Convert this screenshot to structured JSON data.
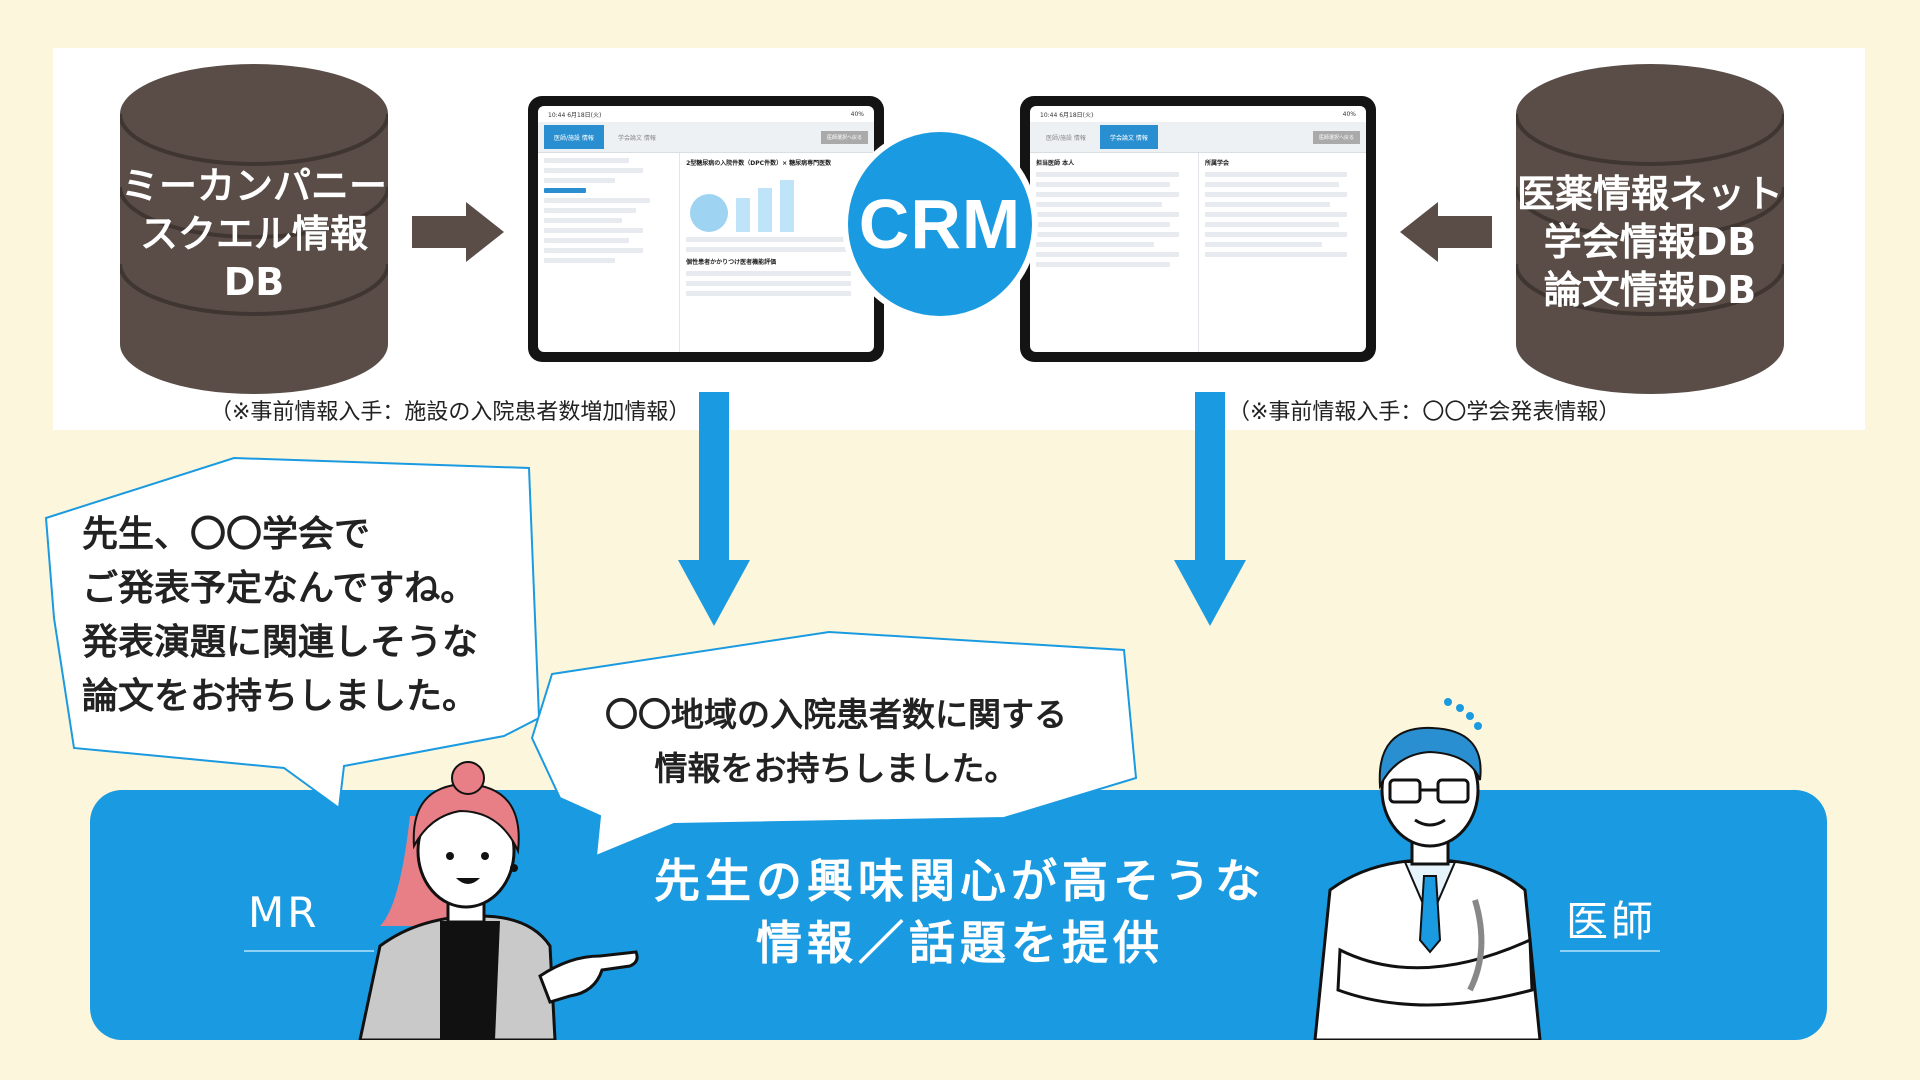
{
  "left_db": {
    "lines": [
      "ミーカンパニー",
      "スクエル情報",
      "DB"
    ]
  },
  "right_db": {
    "lines": [
      "医薬情報ネット",
      "学会情報DB",
      "論文情報DB"
    ]
  },
  "crm_label": "CRM",
  "left_note": "（※事前情報入手：施設の入院患者数増加情報）",
  "right_note": "（※事前情報入手：〇〇学会発表情報）",
  "left_tablet": {
    "status_time": "10:44  6月18日(火)",
    "status_battery": "40%",
    "tab_active": "医師/施設 情報",
    "tab_inactive": "学会論文 情報",
    "button": "医師選択へ戻る",
    "section_title": "2型糖尿病の入院件数（DPC件数）× 糖尿病専門医数",
    "section_title_2": "個性患者かかりつけ医者機能評価"
  },
  "right_tablet": {
    "status_time": "10:44  6月18日(火)",
    "status_battery": "40%",
    "tab_inactive": "医師/施設 情報",
    "tab_active": "学会論文 情報",
    "button": "医師選択へ戻る",
    "col1_title": "担当医師 本人",
    "col2_title": "所属学会"
  },
  "bubble_left": {
    "lines": [
      "先生、〇〇学会で",
      "ご発表予定なんですね。",
      "発表演題に関連しそうな",
      "論文をお持ちしました。"
    ]
  },
  "bubble_center": {
    "lines": [
      "〇〇地域の入院患者数に関する",
      "情報をお持ちしました。"
    ]
  },
  "banner": {
    "lines": [
      "先生の興味関心が高そうな",
      "情報／話題を提供"
    ]
  },
  "role_left": "MR",
  "role_right": "医師",
  "colors": {
    "brand_blue": "#1a9ae0",
    "db_brown": "#5a4d47",
    "arrow_brown": "#5a4d47",
    "background": "#fcf6dc"
  }
}
